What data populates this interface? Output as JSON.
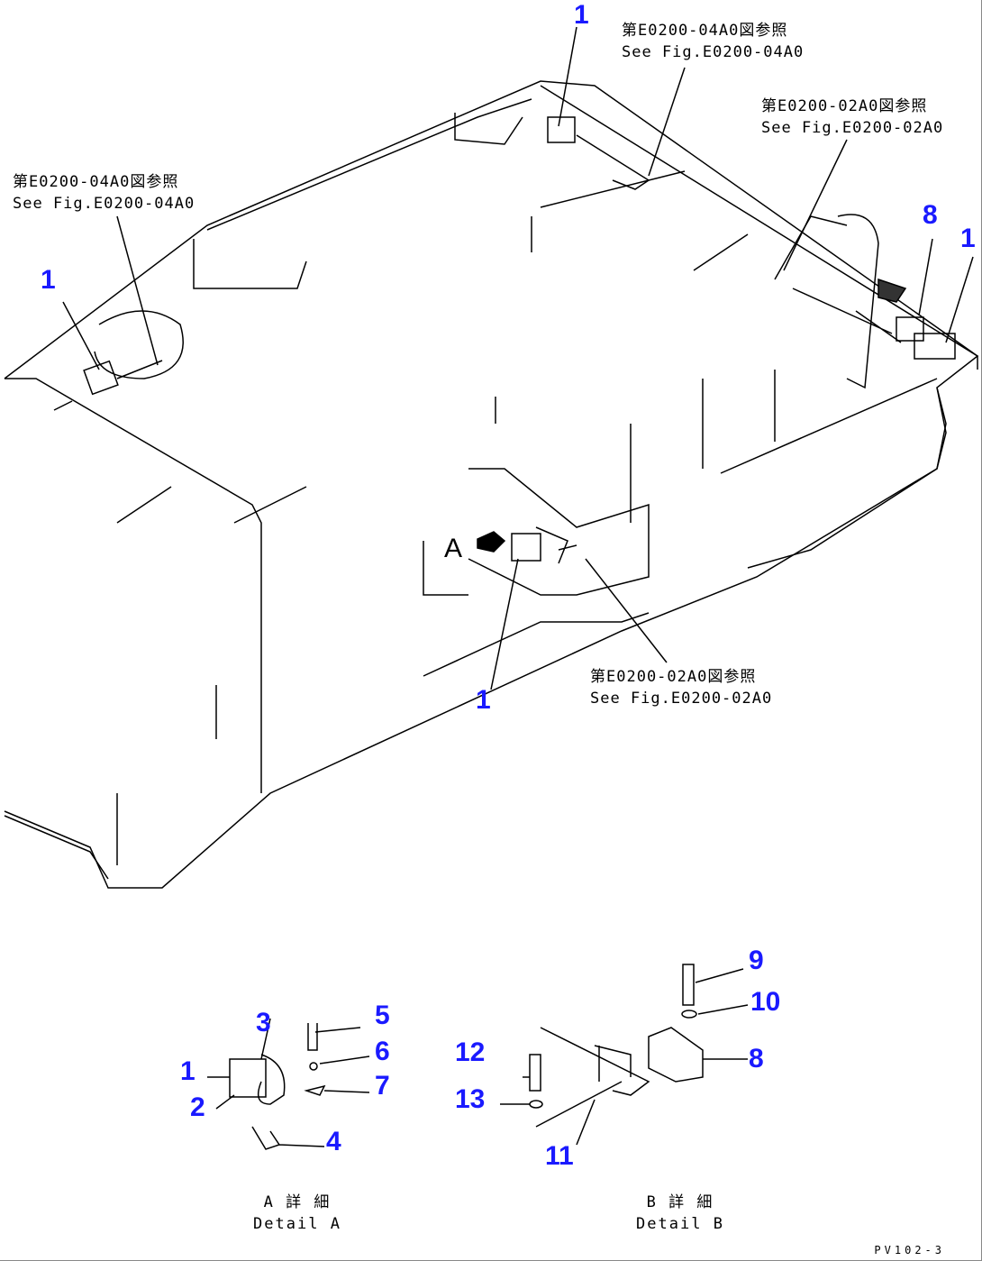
{
  "references": [
    {
      "jp": "第E0200-04A0図参照",
      "en": "See Fig.E0200-04A0"
    },
    {
      "jp": "第E0200-02A0図参照",
      "en": "See Fig.E0200-02A0"
    },
    {
      "jp": "第E0200-04A0図参照",
      "en": "See Fig.E0200-04A0"
    },
    {
      "jp": "第E0200-02A0図参照",
      "en": "See Fig.E0200-02A0"
    }
  ],
  "view_marker": "A",
  "callouts": [
    "1",
    "1",
    "1",
    "1",
    "8",
    "3",
    "1",
    "2",
    "5",
    "6",
    "7",
    "4",
    "9",
    "10",
    "12",
    "8",
    "13",
    "11"
  ],
  "details": [
    {
      "jp": "A 詳 細",
      "en": "Detail A"
    },
    {
      "jp": "B 詳 細",
      "en": "Detail B"
    }
  ],
  "drawing_code": "PV102-3",
  "colors": {
    "callout": "#1a1aff",
    "line": "#000000"
  }
}
